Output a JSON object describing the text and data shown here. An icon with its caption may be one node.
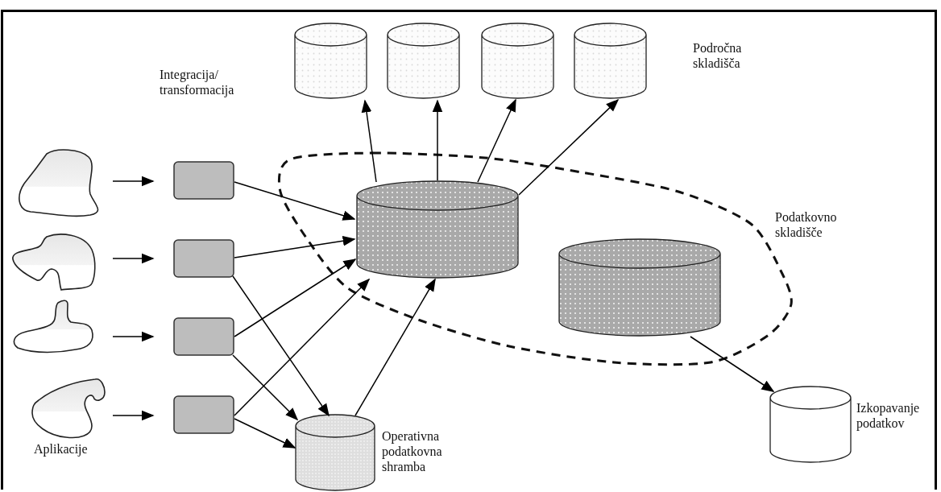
{
  "diagram": {
    "nodes": [
      {
        "text": [],
        "shape": "cylinder"
      },
      {
        "text": [],
        "shape": "cylinder"
      },
      {
        "text": [],
        "shape": "cylinder"
      },
      {
        "text": [],
        "shape": "cylinder"
      },
      {
        "text": [
          "Podatkovno skladišče"
        ]
      },
      {
        "text": [],
        "shape": "cylinder",
        "in": 4
      },
      {
        "text": [],
        "shape": "cylinder",
        "in": 4
      },
      {
        "text": [],
        "shape": "cloud"
      },
      {
        "text": [],
        "shape": "cloud"
      },
      {
        "text": [],
        "shape": "cloud"
      },
      {
        "text": [],
        "shape": "cloud"
      },
      {
        "text": [],
        "shape": "box"
      },
      {
        "text": [],
        "shape": "box"
      },
      {
        "text": [],
        "shape": "box"
      },
      {
        "text": [],
        "shape": "box"
      },
      {
        "text": [],
        "shape": "cylinder",
        "beside": [
          "Operativna podatkovna shramba"
        ]
      },
      {
        "text": [],
        "shape": "cylinder",
        "beside": [
          "Izkopavanje podatkov"
        ]
      }
    ],
    "edges": [
      {
        "from": 7,
        "to": 11,
        "arrow": "to"
      },
      {
        "from": 8,
        "to": 12,
        "arrow": "to"
      },
      {
        "from": 9,
        "to": 13,
        "arrow": "to"
      },
      {
        "from": 10,
        "to": 14,
        "arrow": "to"
      },
      {
        "from": 11,
        "to": 5,
        "arrow": "to"
      },
      {
        "from": 12,
        "to": 5,
        "arrow": "to"
      },
      {
        "from": 12,
        "to": 15,
        "arrow": "to"
      },
      {
        "from": 13,
        "to": 5,
        "arrow": "to"
      },
      {
        "from": 13,
        "to": 15,
        "arrow": "to"
      },
      {
        "from": 14,
        "to": 5,
        "arrow": "to"
      },
      {
        "from": 14,
        "to": 15,
        "arrow": "to"
      },
      {
        "from": 15,
        "to": 5,
        "arrow": "to"
      },
      {
        "from": 5,
        "to": 0,
        "arrow": "to"
      },
      {
        "from": 5,
        "to": 1,
        "arrow": "to"
      },
      {
        "from": 5,
        "to": 2,
        "arrow": "to"
      },
      {
        "from": 5,
        "to": 3,
        "arrow": "to"
      },
      {
        "from": 6,
        "to": 16,
        "arrow": "to"
      }
    ],
    "labels": [
      "Področna skladišča",
      "Integracija/ transformacija",
      "Aplikacije"
    ]
  }
}
